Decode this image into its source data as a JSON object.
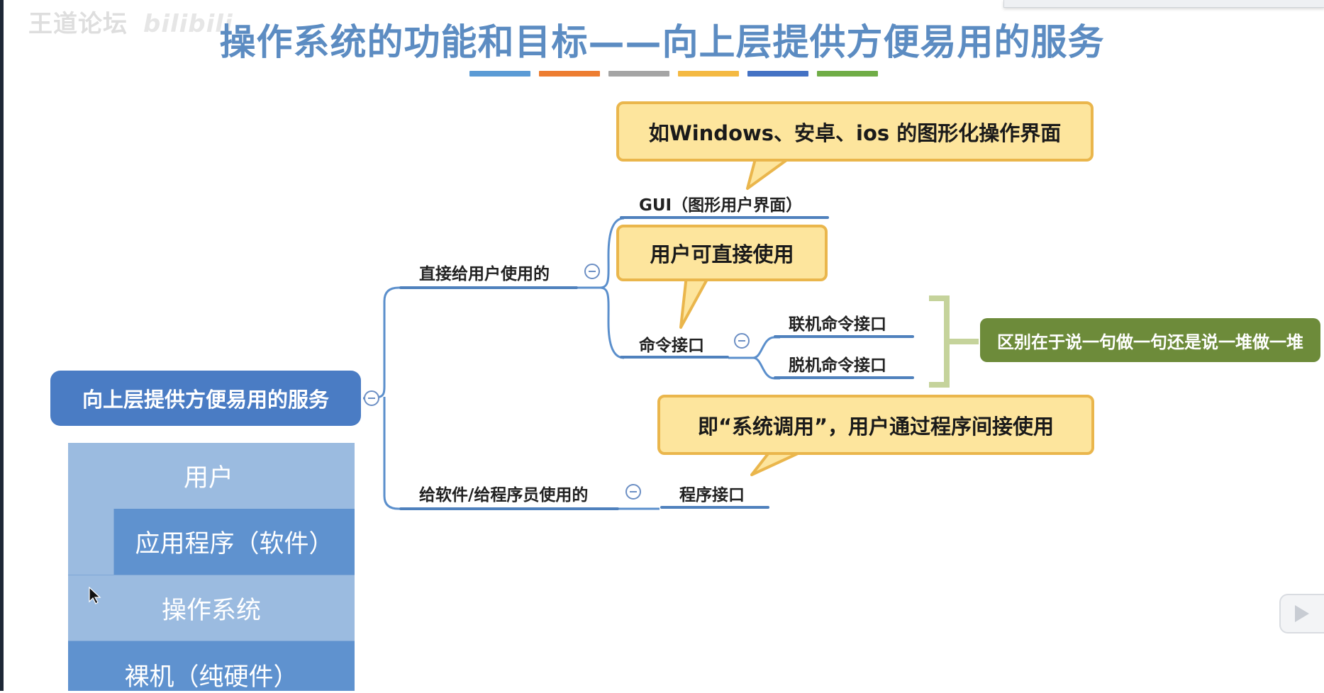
{
  "watermark": {
    "text": "王道论坛",
    "logo": "bilibili"
  },
  "title": "操作系统的功能和目标——向上层提供方便易用的服务",
  "color_bar_colors": [
    "#5b9bd5",
    "#ed7d31",
    "#a5a5a5",
    "#f4b942",
    "#4472c4",
    "#70ad47"
  ],
  "mindmap": {
    "root": "向上层提供方便易用的服务",
    "branch_direct": "直接给用户使用的",
    "branch_program": "给软件/给程序员使用的",
    "gui": "GUI（图形用户界面）",
    "command_interface": "命令接口",
    "online_command": "联机命令接口",
    "offline_command": "脱机命令接口",
    "program_interface": "程序接口"
  },
  "callouts": {
    "gui_example": "如Windows、安卓、ios 的图形化操作界面",
    "direct_use": "用户可直接使用",
    "system_call": "即“系统调用”，用户通过程序间接使用"
  },
  "difference_note": "区别在于说一句做一句还是说一堆做一堆",
  "layers": {
    "user": "用户",
    "application": "应用程序（软件）",
    "os": "操作系统",
    "bare_machine": "裸机（纯硬件）"
  },
  "colors": {
    "title": "#5c8cc2",
    "root": "#4a7cc4",
    "connector": "#4f81bd",
    "callout_fill": "#fde59d",
    "callout_border": "#eab64c",
    "bracket": "#c5d39b",
    "note_fill": "#6d8b3a"
  }
}
